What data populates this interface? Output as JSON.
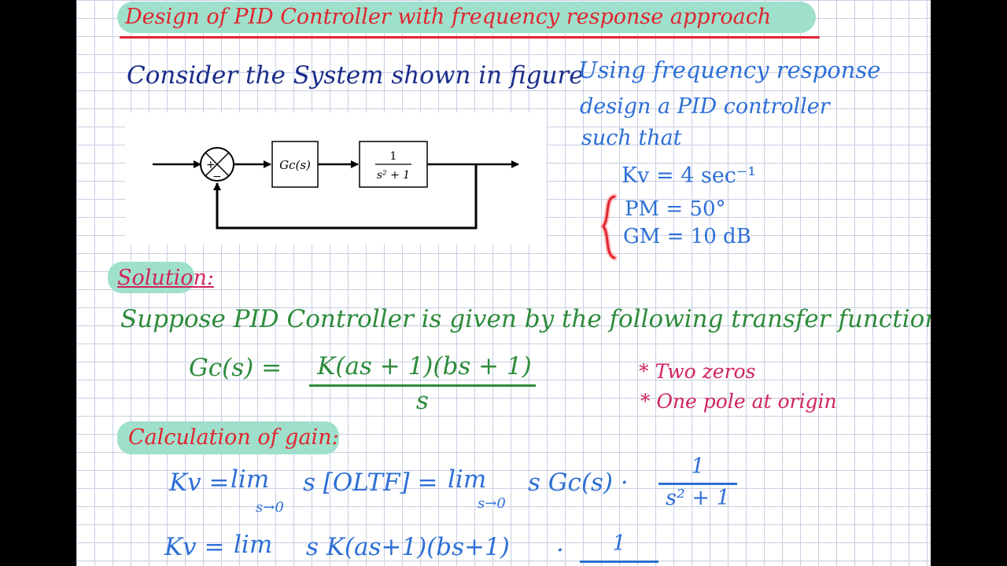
{
  "title": "Design of PID Controller with frequency response approach",
  "intro": "Consider the System shown in figure",
  "block_diagram": {
    "sum_plus": "+",
    "sum_minus": "−",
    "controller": "Gc(s)",
    "plant_num": "1",
    "plant_den": "s² + 1"
  },
  "task": {
    "line1": "Using frequency response",
    "line2": "design a PID controller",
    "line3": "such that"
  },
  "specs": {
    "kv": "Kv = 4 sec⁻¹",
    "pm": "PM = 50°",
    "gm": "GM = 10 dB"
  },
  "solution": {
    "heading": "Solution:",
    "statement": "Suppose PID Controller is given by the following transfer function",
    "gc_lhs": "Gc(s) =",
    "gc_num": "K(as + 1)(bs + 1)",
    "gc_den": "s",
    "note1": "* Two zeros",
    "note2": "* One pole at origin"
  },
  "calc": {
    "heading": "Calculation of gain:",
    "line1_lhs": "Kv =",
    "lim": "lim",
    "lim_sub": "s→0",
    "line1_mid": "s [OLTF] =",
    "line1_rhs": "s Gc(s) ·",
    "line1_frac_num": "1",
    "line1_frac_den": "s² + 1",
    "line2_lhs": "Kv =",
    "line2_mid": "s K(as+1)(bs+1)",
    "line2_dot": "·",
    "line2_frac_num": "1"
  }
}
